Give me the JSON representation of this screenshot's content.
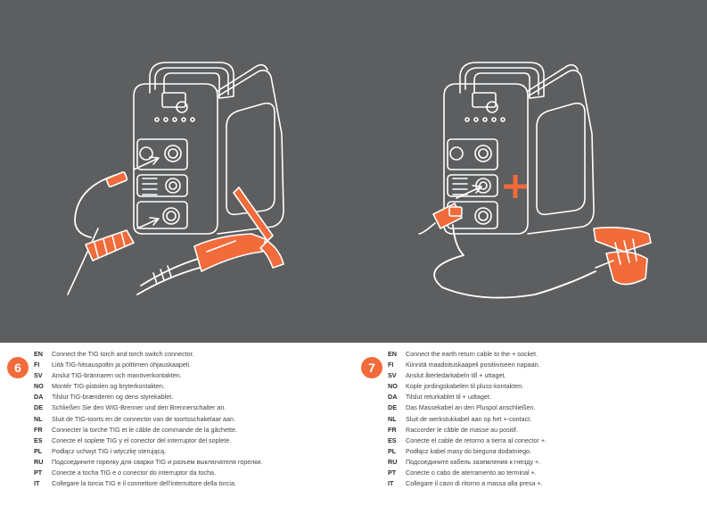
{
  "colors": {
    "panel_background": "#5d5e60",
    "accent": "#f26b3a",
    "line": "#ffffff"
  },
  "steps": [
    {
      "number": "6",
      "lines": [
        {
          "code": "EN",
          "text": "Connect the TIG torch and torch switch connector."
        },
        {
          "code": "FI",
          "text": "Liitä TIG-hitsauspoltin ja polttimen ohjauskaapeli."
        },
        {
          "code": "SV",
          "text": "Anslut TIG-brännaren och manöverkontakten."
        },
        {
          "code": "NO",
          "text": "Montér TIG-pistolen og bryterkontakten."
        },
        {
          "code": "DA",
          "text": "Tilslut TIG-brænderen og dens styrekablet."
        },
        {
          "code": "DE",
          "text": "Schließen Sie den WIG-Brenner und den Brennerschalter an."
        },
        {
          "code": "NL",
          "text": "Sluit de TIG-toorts en de connector van de toortsschakelaar aan."
        },
        {
          "code": "FR",
          "text": "Connecter la torche TIG et le câble de commande de la gâchette."
        },
        {
          "code": "ES",
          "text": "Conecte el soplete TIG y el conector del interruptor del soplete."
        },
        {
          "code": "PL",
          "text": "Podłącz uchwyt TIG i wtyczkę sterującą."
        },
        {
          "code": "RU",
          "text": "Подсоедините горелку для сварки TIG и разъем выключателя горелки."
        },
        {
          "code": "PT",
          "text": "Conecte a tocha TIG e o conector do interruptor da tocha."
        },
        {
          "code": "IT",
          "text": "Collegare la torcia TIG e il connettore dell'interruttore della torcia."
        }
      ]
    },
    {
      "number": "7",
      "lines": [
        {
          "code": "EN",
          "text": "Connect the earth return cable to the + socket."
        },
        {
          "code": "FI",
          "text": "Kiinnitä maadoituskaapeli positiiviseen napaan."
        },
        {
          "code": "SV",
          "text": "Anslut återledarkabeln till + uttaget."
        },
        {
          "code": "NO",
          "text": "Kople jordingskabelen til pluss-kontakten."
        },
        {
          "code": "DA",
          "text": "Tilslut returkablet til + udtaget."
        },
        {
          "code": "DE",
          "text": "Das Massekabel an den Pluspol anschließen."
        },
        {
          "code": "NL",
          "text": "Sluit de werkstukkabel aan op het +-contact."
        },
        {
          "code": "FR",
          "text": "Raccorder le câble de masse au positif."
        },
        {
          "code": "ES",
          "text": "Conecte el cable de retorno a tierra al conector +."
        },
        {
          "code": "PL",
          "text": "Podłącz kabel masy do bieguna dodatniego."
        },
        {
          "code": "RU",
          "text": "Подсоедините кабель заземления к гнезду +."
        },
        {
          "code": "PT",
          "text": "Conecte o cabo de aterramento ao terminal +."
        },
        {
          "code": "IT",
          "text": "Collegare il cavo di ritorno a massa alla presa +."
        }
      ]
    }
  ],
  "illustrations": [
    {
      "name": "welder-with-tig-torch",
      "icons": [
        "welder-icon",
        "tig-torch-icon",
        "connector-icon",
        "arrow-icon"
      ]
    },
    {
      "name": "welder-with-earth-clamp",
      "icons": [
        "welder-icon",
        "plus-icon",
        "earth-clamp-icon",
        "arrow-icon"
      ]
    }
  ]
}
